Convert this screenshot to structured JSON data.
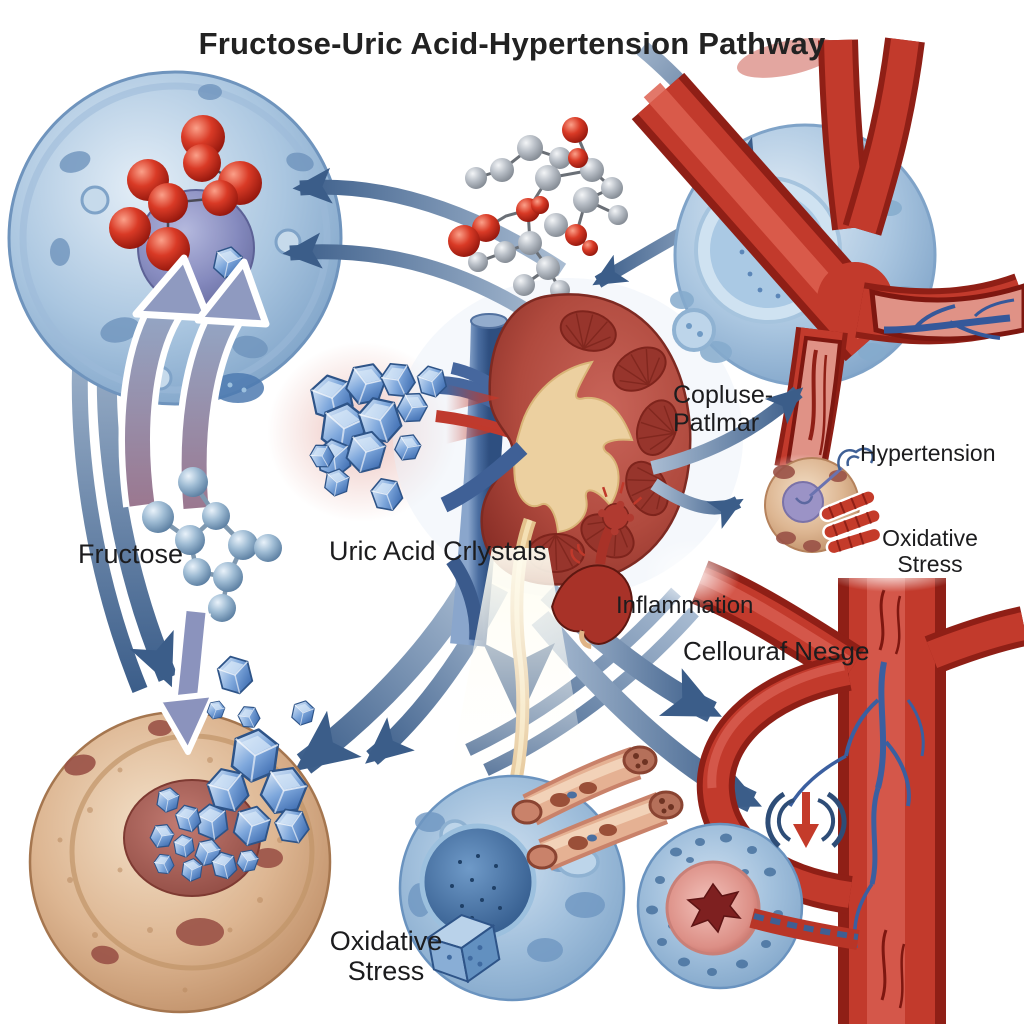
{
  "title": "Fructose-Uric Acid-Hypertension Pathway",
  "labels": {
    "fructose": "Fructose",
    "uric_acid_crystals": "Uric Acid Crlystals",
    "copluse_line1": "Copluse-",
    "copluse_line2": "Patlmar",
    "hypertension": "Hypertension",
    "oxidative_right_line1": "Oxidative",
    "oxidative_right_line2": "Stress",
    "inflammation": "Inflammation",
    "cellular_nesge": "Cellouraf Nesge",
    "oxidative_bottom_line1": "Oxidative",
    "oxidative_bottom_line2": "Stress"
  },
  "figures": {
    "top_left": "blue-cell-with-red-fructose-molecule-and-nucleus",
    "top_center": "uric-acid-ball-and-stick-molecule",
    "top_right": "blood-vessels-over-blue-cell",
    "middle": "kidney-cross-section-with-renal-vessels",
    "crystal_cluster": "uric-acid-crystal-cluster",
    "left_molecule": "fructose-molecule",
    "bottom_left": "tan-cell-with-crystal-deposits",
    "bottom_center": "blue-cell-with-tubules-and-crystal-cube",
    "bottom_right": "vessel-junction-with-spotted-cell",
    "small_right_cell": "cell-with-muscle-fibers",
    "inflamed_kidney": "inflamed-kidney-icon",
    "pressure_icon": "pressure-drop-arrows-icon"
  },
  "colors": {
    "background": "#ffffff",
    "arrow_steel": "#3c5e8a",
    "vessel_red": "#c23a2c",
    "crystal_blue": "#2e5ea6",
    "cell_blue": "#aac6e0",
    "cell_tan": "#ddb692",
    "kidney_red": "#b04a3e",
    "text": "#1c1c1e"
  }
}
